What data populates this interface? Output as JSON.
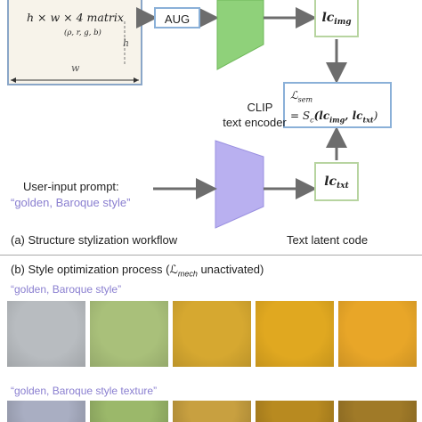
{
  "matrix": {
    "title": "h × w × 4 matrix",
    "subtitle": "(ρ, r, g, b)",
    "h_label": "h",
    "w_label": "w"
  },
  "aug": {
    "label": "AUG"
  },
  "lc_img": {
    "main": "lc",
    "sub": "img"
  },
  "lc_txt": {
    "main": "lc",
    "sub": "txt"
  },
  "sem": {
    "line1": "ℒ",
    "line1_sub": "sem",
    "line2": "= S",
    "line2_sub": "c",
    "line2_rest": "(lc",
    "img": "img",
    "comma": ", lc",
    "txt": "txt",
    "close": ")"
  },
  "clip": {
    "line1": "CLIP",
    "line2": "text encoder"
  },
  "prompt": {
    "label": "User-input prompt:",
    "text": "“golden, Baroque style”"
  },
  "latent": {
    "label": "Text latent code"
  },
  "section_a": {
    "label": "(a) Structure stylization workflow"
  },
  "section_b": {
    "label": "(b) Style optimization process (ℒ",
    "sub": "mech",
    "rest": " unactivated)"
  },
  "row1": {
    "label": "“golden, Baroque style”"
  },
  "row2": {
    "label": "“golden, Baroque style texture”"
  },
  "colors": {
    "encoder_green": "#8fd17a",
    "encoder_purple": "#b9b0f0",
    "arrow": "#6d6d6d",
    "swatches_row1": [
      "#b8bcc0",
      "#a9c07a",
      "#d6a830",
      "#e0a820",
      "#e8a628"
    ],
    "swatches_row2": [
      "#a9aec2",
      "#9bb86a",
      "#c8a040",
      "#b88a20",
      "#a07a28"
    ]
  }
}
